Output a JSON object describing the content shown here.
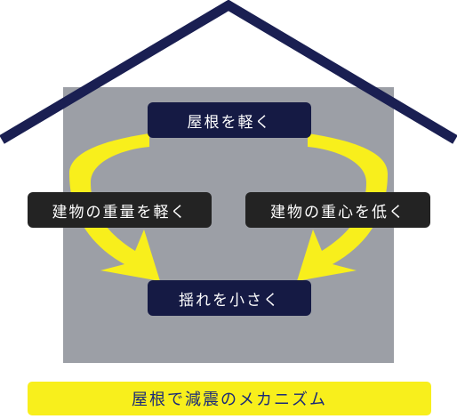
{
  "diagram": {
    "top_node": "屋根を軽く",
    "left_node": "建物の重量を軽く",
    "right_node": "建物の重心を低く",
    "bottom_node": "揺れを小さく",
    "caption": "屋根で減震のメカニズム"
  },
  "colors": {
    "house_body": "#9c9fa6",
    "roof_line": "#1a1f52",
    "arrow": "#f8ef1c",
    "navy_box": "#151a44",
    "dark_box": "#232323",
    "caption_text": "#1a2a78"
  }
}
